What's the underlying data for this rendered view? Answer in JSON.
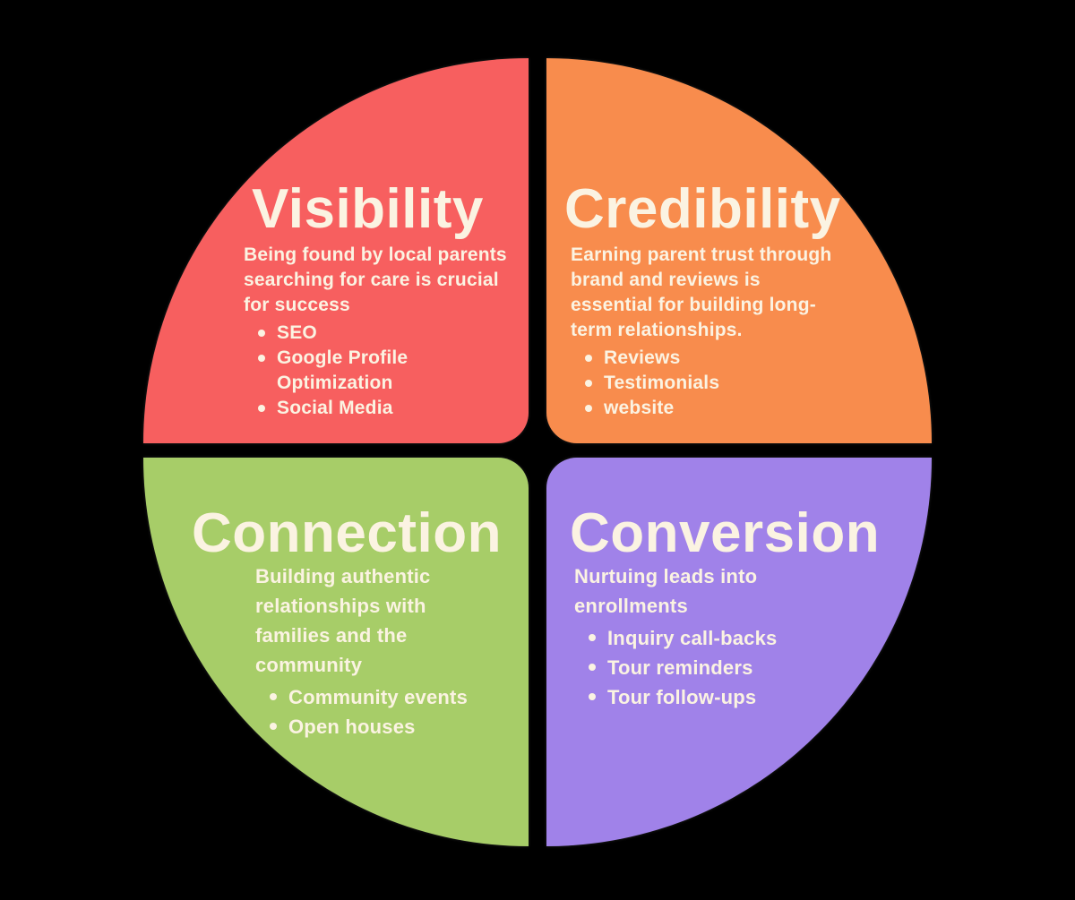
{
  "canvas": {
    "background_color": "#000000",
    "text_color": "#FBF3E2"
  },
  "quadrants": [
    {
      "id": "visibility",
      "title": "Visibility",
      "color": "#F75F5F",
      "description": "Being found by local parents searching for care is crucial for success",
      "bullets": [
        "SEO",
        "Google Profile Optimization",
        "Social Media"
      ]
    },
    {
      "id": "credibility",
      "title": "Credibility",
      "color": "#F88C4D",
      "description": "Earning parent trust through brand and reviews is essential for building long-term relationships.",
      "bullets": [
        "Reviews",
        "Testimonials",
        "website"
      ]
    },
    {
      "id": "connection",
      "title": "Connection",
      "color": "#A7CD68",
      "description": "Building authentic relationships with families and the community",
      "bullets": [
        "Community events",
        "Open houses"
      ]
    },
    {
      "id": "conversion",
      "title": "Conversion",
      "color": "#A082E9",
      "description": "Nurtuing leads into enrollments",
      "bullets": [
        "Inquiry call-backs",
        "Tour reminders",
        "Tour follow-ups"
      ]
    }
  ]
}
